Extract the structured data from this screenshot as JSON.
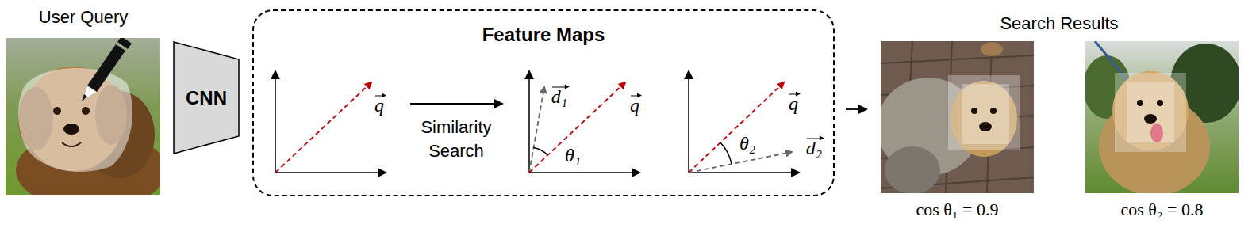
{
  "diagram": {
    "nodes": [
      {
        "text": [
          "User Query"
        ]
      },
      {
        "text": [
          "CNN"
        ]
      },
      {
        "text": [
          "Feature Maps"
        ]
      },
      {
        "text": [
          "cos θ₁ = 0.9"
        ]
      },
      {
        "text": [
          "cos θ₂ = 0.8"
        ]
      }
    ],
    "edges": [
      {
        "from": 2,
        "to": 3,
        "arrow": "to"
      }
    ],
    "labels": [
      "q",
      "Similarity Search",
      "d₁",
      "q",
      "θ₁",
      "q",
      "θ₂",
      "d₂",
      "Search Results"
    ]
  }
}
